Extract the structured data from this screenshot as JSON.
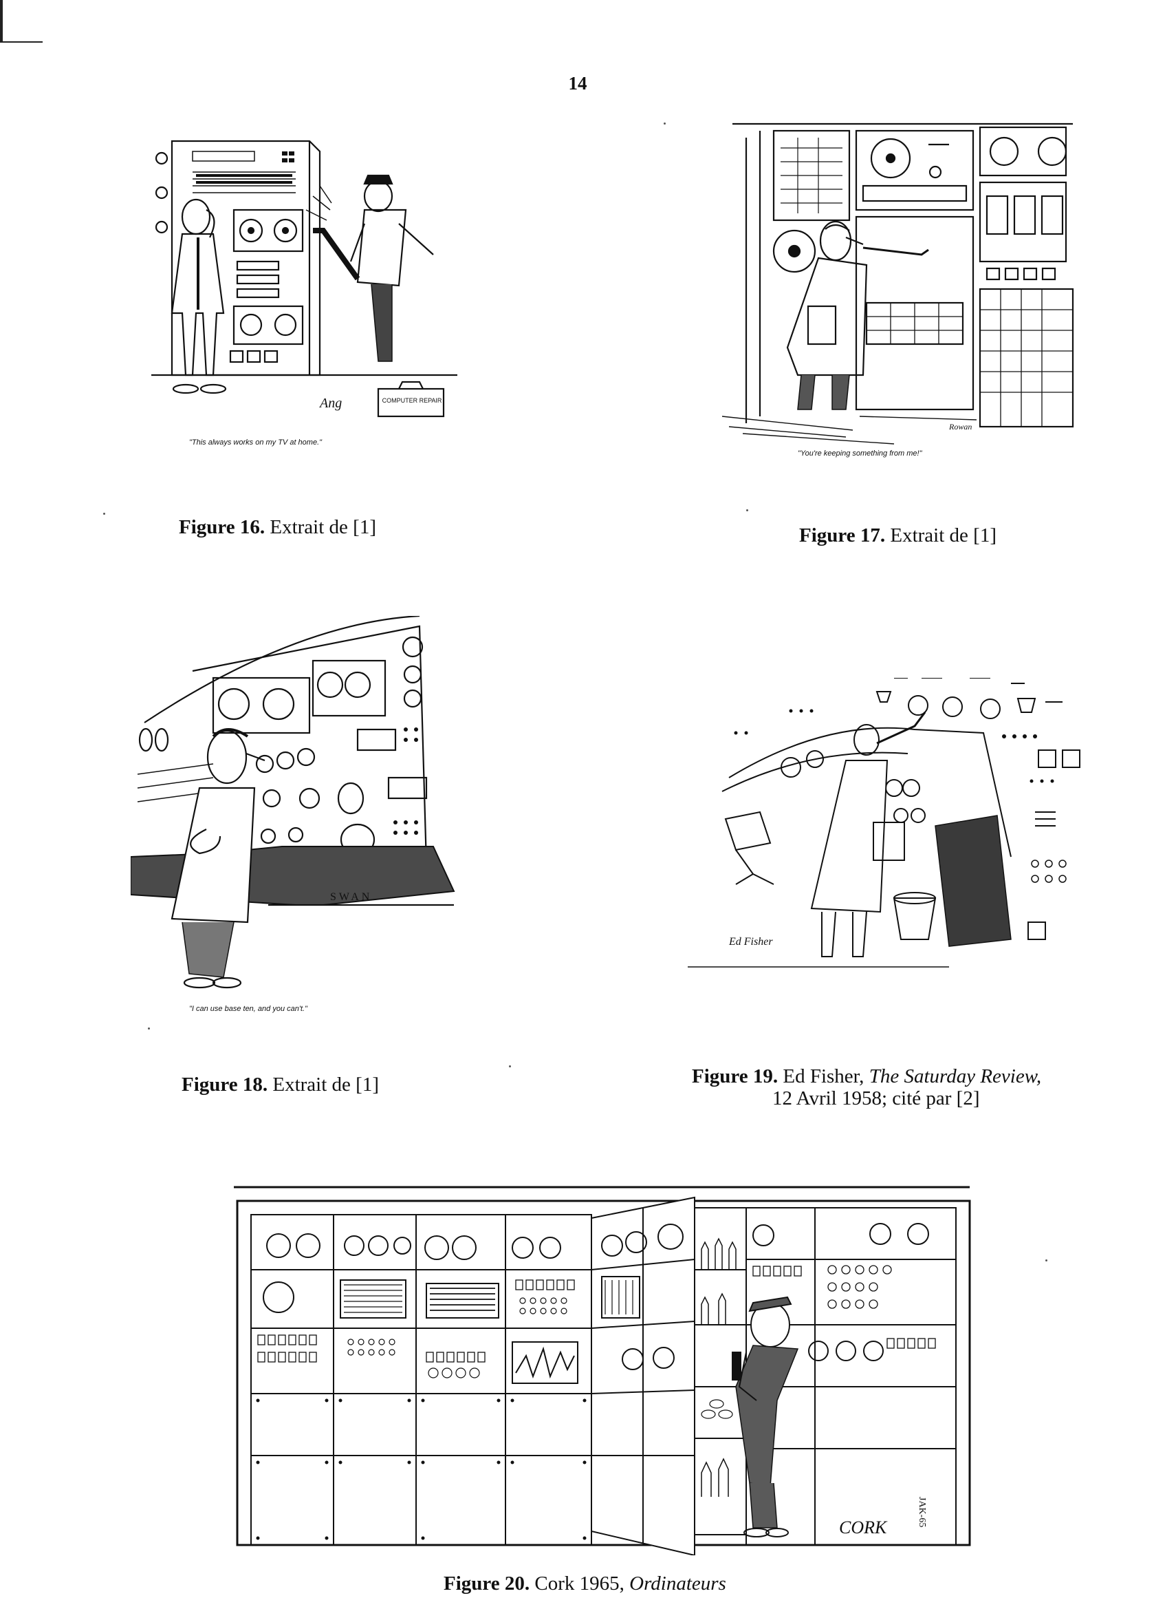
{
  "page_number": "14",
  "figures": [
    {
      "id": "fig16",
      "cartoon_caption": "\"This always works on my TV at home.\"",
      "sign_text": "COMPUTER REPAIR",
      "label": "Figure 16.",
      "text": "Extrait de [1]"
    },
    {
      "id": "fig17",
      "cartoon_caption": "\"You're keeping something from me!\"",
      "label": "Figure 17.",
      "text": "Extrait de [1]"
    },
    {
      "id": "fig18",
      "cartoon_caption": "\"I can use base ten, and you can't.\"",
      "signature": "SWAN",
      "label": "Figure 18.",
      "text": "Extrait de [1]"
    },
    {
      "id": "fig19",
      "signature": "Ed Fisher",
      "label": "Figure 19.",
      "text_a": "Ed Fisher, ",
      "text_italic": "The Saturday Review,",
      "text_line2": "12 Avril 1958; cité par [2]"
    },
    {
      "id": "fig20",
      "signature": "CORK",
      "signature_date": "JAK-65",
      "label": "Figure 20.",
      "text_a": "Cork 1965, ",
      "text_italic": "Ordinateurs"
    }
  ]
}
